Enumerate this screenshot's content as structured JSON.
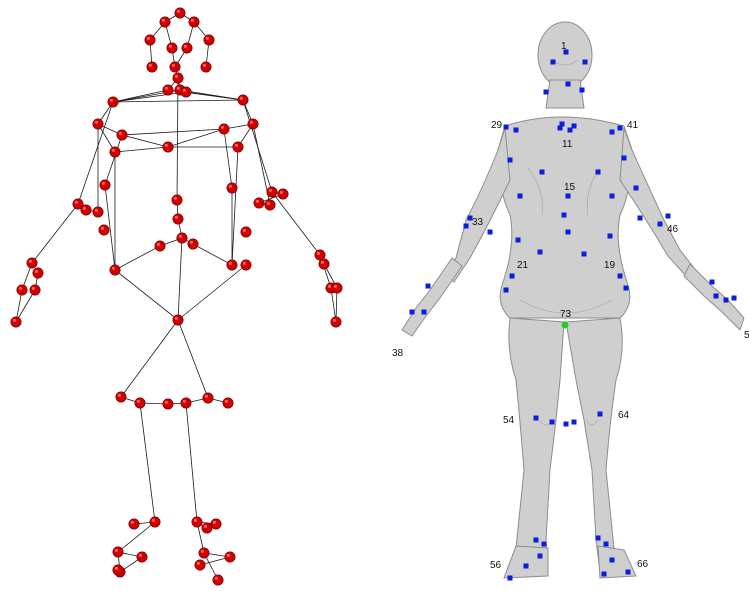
{
  "panels": {
    "skeleton": {
      "name": "skeleton-joint-model"
    },
    "scan": {
      "name": "body-scan-with-markers"
    }
  },
  "marker_labels": [
    "1",
    "29",
    "41",
    "11",
    "15",
    "33",
    "46",
    "21",
    "19",
    "73",
    "38",
    "5",
    "54",
    "64",
    "56",
    "66"
  ],
  "colors": {
    "joint": "#d00000",
    "bone": "#1a1a1a",
    "marker": "#0a1de0",
    "marker_highlight": "#22cc22",
    "scan_surface": "#cfcfcf"
  }
}
